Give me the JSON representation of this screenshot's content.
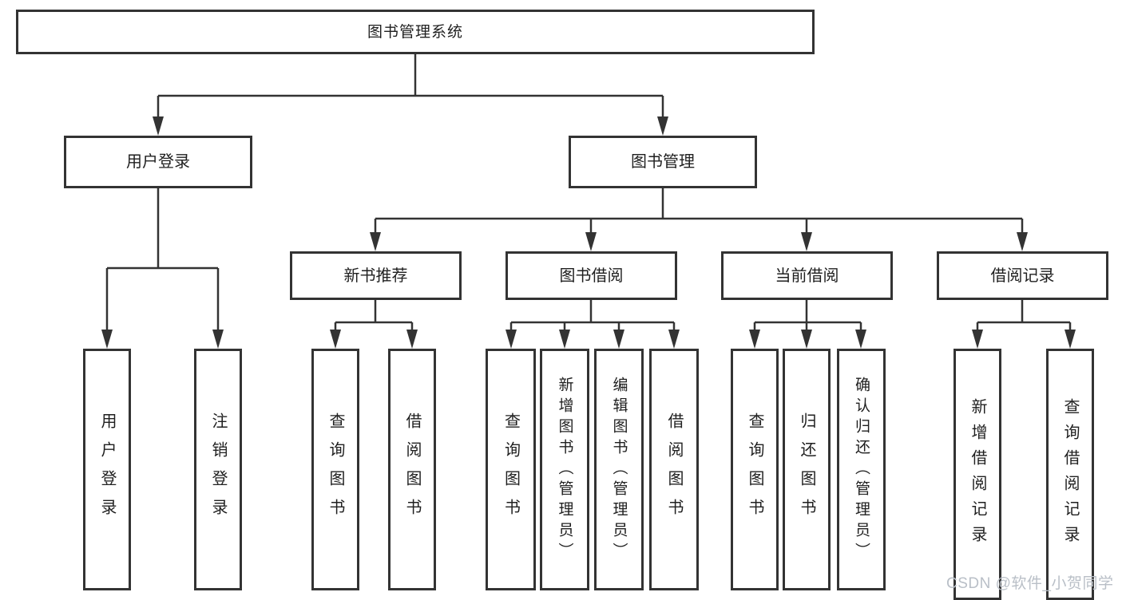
{
  "diagram": {
    "title": "图书管理系统",
    "nodes": {
      "root": {
        "label": "图书管理系统"
      },
      "level2": [
        {
          "label": "用户登录"
        },
        {
          "label": "图书管理"
        }
      ],
      "level3": [
        {
          "label": "新书推荐",
          "parent": "图书管理"
        },
        {
          "label": "图书借阅",
          "parent": "图书管理"
        },
        {
          "label": "当前借阅",
          "parent": "图书管理"
        },
        {
          "label": "借阅记录",
          "parent": "图书管理"
        }
      ],
      "leaves": [
        {
          "label": "用户登录",
          "parent": "用户登录"
        },
        {
          "label": "注销登录",
          "parent": "用户登录"
        },
        {
          "label": "查询图书",
          "parent": "新书推荐"
        },
        {
          "label": "借阅图书",
          "parent": "新书推荐"
        },
        {
          "label": "查询图书",
          "parent": "图书借阅"
        },
        {
          "label": "新增图书（管理员）",
          "parent": "图书借阅"
        },
        {
          "label": "编辑图书（管理员）",
          "parent": "图书借阅"
        },
        {
          "label": "借阅图书",
          "parent": "图书借阅"
        },
        {
          "label": "查询图书",
          "parent": "当前借阅"
        },
        {
          "label": "归还图书",
          "parent": "当前借阅"
        },
        {
          "label": "确认归还（管理员）",
          "parent": "当前借阅"
        },
        {
          "label": "新增借阅记录",
          "parent": "借阅记录"
        },
        {
          "label": "查询借阅记录",
          "parent": "借阅记录"
        }
      ]
    },
    "watermark": {
      "text": "CSDN @软件_小贺同学"
    },
    "colors": {
      "line": "#333333",
      "text": "#1f1f1f",
      "watermark": "#b9bfc7",
      "bg": "#ffffff"
    }
  }
}
